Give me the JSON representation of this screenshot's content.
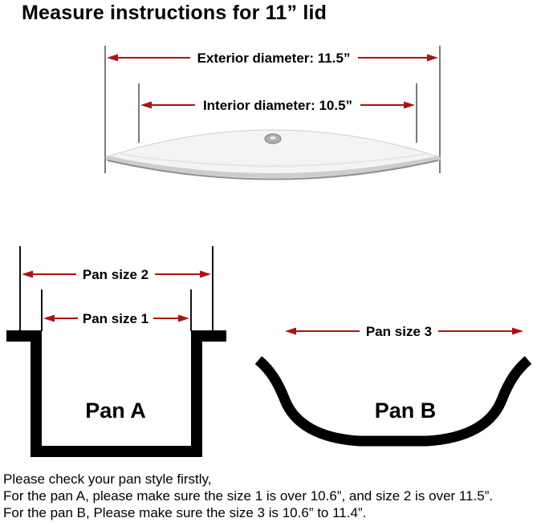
{
  "title": "Measure instructions for 11” lid",
  "lid_diagram": {
    "exterior_label": "Exterior diameter: 11.5”",
    "interior_label": "Interior diameter: 10.5”"
  },
  "pan_a": {
    "size2_label": "Pan size 2",
    "size1_label": "Pan size 1",
    "name": "Pan A"
  },
  "pan_b": {
    "size3_label": "Pan size 3",
    "name": "Pan B"
  },
  "footer": {
    "line1": "Please check your pan style firstly,",
    "line2": "For the pan A, please make sure the size 1 is over 10.6”, and size 2 is over 11.5”.",
    "line3": "For the pan B, Please make sure the size 3 is 10.6” to 11.4”."
  },
  "colors": {
    "arrow_red": "#b01010",
    "ink": "#000000"
  }
}
